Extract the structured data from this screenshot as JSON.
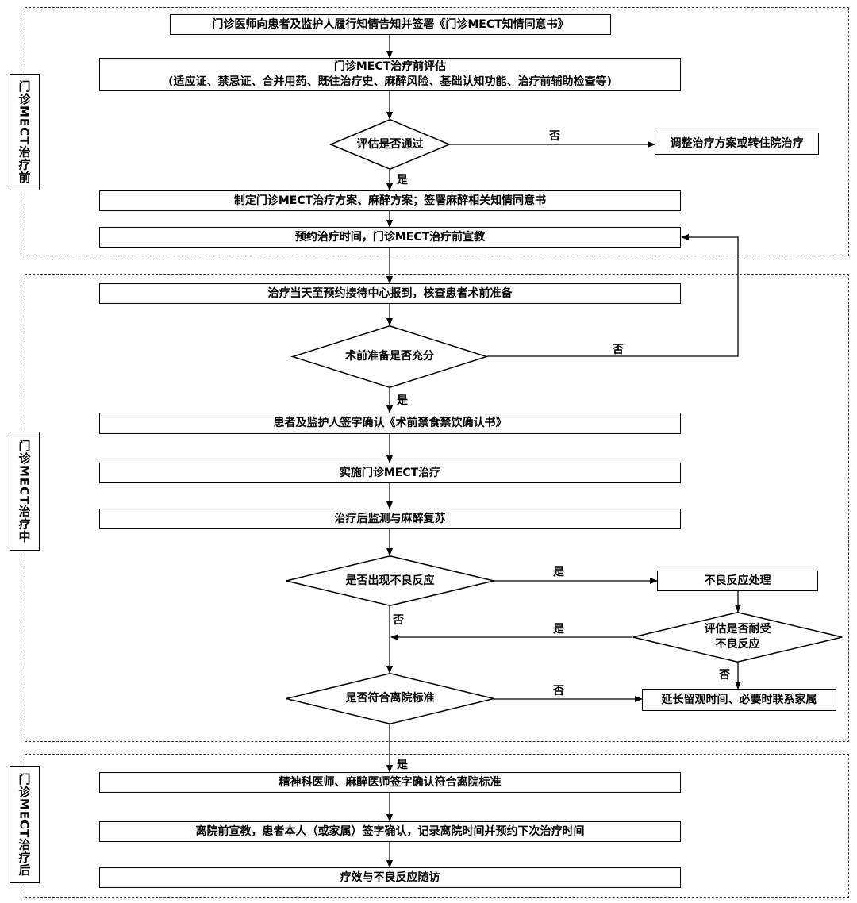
{
  "phases": {
    "pre": "门诊MECT治疗前",
    "during": "门诊MECT治疗中",
    "post": "门诊MECT治疗后"
  },
  "steps": {
    "informed_consent": "门诊医师向患者及监护人履行知情告知并签署《门诊MECT知情同意书》",
    "pre_assessment_title": "门诊MECT治疗前评估",
    "pre_assessment_detail": "(适应证、禁忌证、合并用药、既往治疗史、麻醉风险、基础认知功能、治疗前辅助检查等)",
    "adjust_plan": "调整治疗方案或转住院治疗",
    "make_plan": "制定门诊MECT治疗方案、麻醉方案；签署麻醉相关知情同意书",
    "schedule": "预约治疗时间，门诊MECT治疗前宣教",
    "check_in": "治疗当天至预约接待中心报到，核查患者术前准备",
    "fasting_confirm": "患者及监护人签字确认《术前禁食禁饮确认书》",
    "implement": "实施门诊MECT治疗",
    "monitor": "治疗后监测与麻醉复苏",
    "adverse_handling": "不良反应处理",
    "extend_stay": "延长留观时间、必要时联系家属",
    "doctors_confirm": "精神科医师、麻醉医师签字确认符合离院标准",
    "discharge_edu": "离院前宣教，患者本人（或家属）签字确认，记录离院时间并预约下次治疗时间",
    "followup": "疗效与不良反应随访"
  },
  "decisions": {
    "assessment_pass": "评估是否通过",
    "prep_sufficient": "术前准备是否充分",
    "adverse_reaction": "是否出现不良反应",
    "tolerate_line1": "评估是否耐受",
    "tolerate_line2": "不良反应",
    "discharge_criteria": "是否符合离院标准"
  },
  "labels": {
    "yes": "是",
    "no": "否"
  }
}
